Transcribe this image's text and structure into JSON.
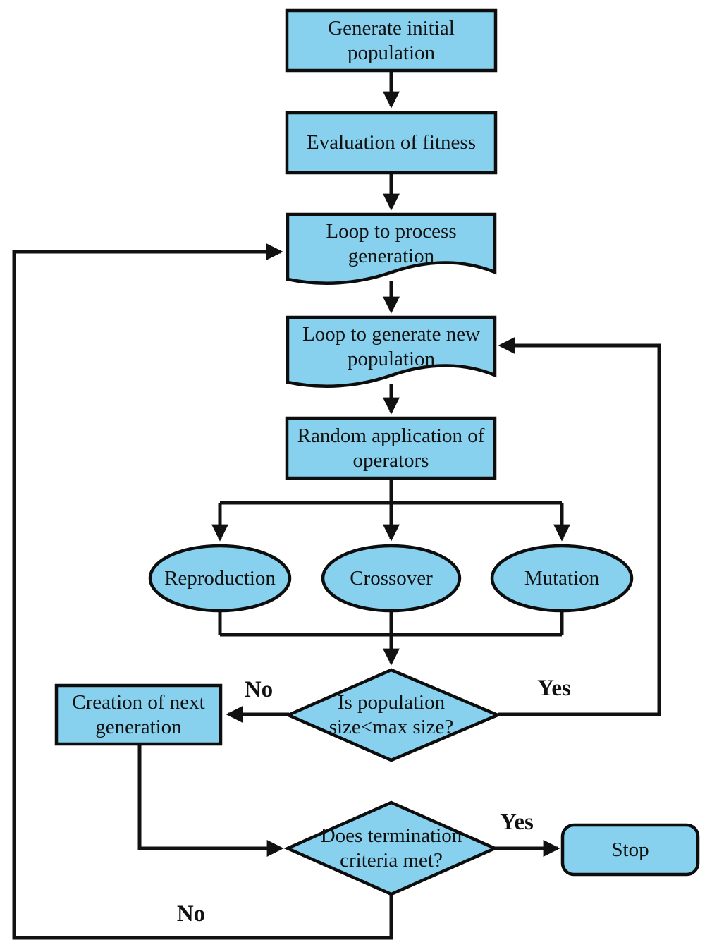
{
  "diagram": {
    "type": "flowchart",
    "colors": {
      "node_fill": "#87d1ee",
      "node_border": "#0d0d0d",
      "connector": "#111111",
      "text": "#111111",
      "background": "#ffffff"
    },
    "nodes": {
      "generate": {
        "shape": "rectangle",
        "label": "Generate initial\npopulation"
      },
      "evaluate": {
        "shape": "rectangle",
        "label": "Evaluation of fitness"
      },
      "loop_process": {
        "shape": "document",
        "label": "Loop to process\ngeneration"
      },
      "loop_generate": {
        "shape": "document",
        "label": "Loop to generate new\npopulation"
      },
      "random_ops": {
        "shape": "rectangle",
        "label": "Random application of\noperators"
      },
      "reproduction": {
        "shape": "ellipse",
        "label": "Reproduction"
      },
      "crossover": {
        "shape": "ellipse",
        "label": "Crossover"
      },
      "mutation": {
        "shape": "ellipse",
        "label": "Mutation"
      },
      "pop_size_check": {
        "shape": "diamond",
        "label": "Is population\nsize<max size?"
      },
      "creation_next": {
        "shape": "rectangle",
        "label": "Creation of next\ngeneration"
      },
      "termination_check": {
        "shape": "diamond",
        "label": "Does termination\ncriteria met?"
      },
      "stop": {
        "shape": "rounded-rectangle",
        "label": "Stop"
      }
    },
    "edge_labels": {
      "pop_check_no": "No",
      "pop_check_yes": "Yes",
      "termination_yes": "Yes",
      "termination_no": "No"
    }
  }
}
